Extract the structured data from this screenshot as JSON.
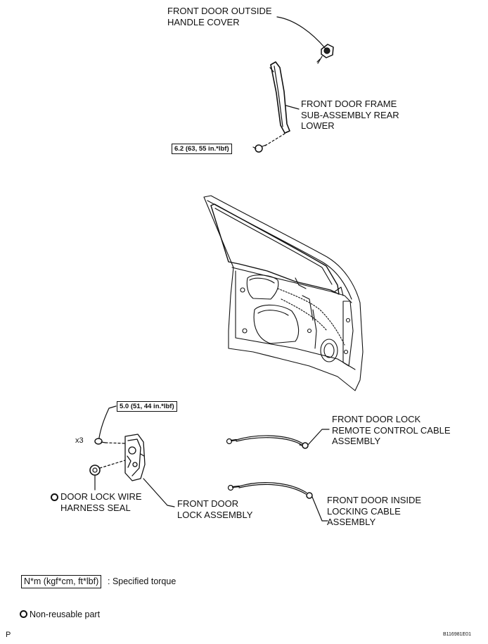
{
  "labels": {
    "outside_handle_cover": "FRONT DOOR OUTSIDE\nHANDLE COVER",
    "frame_rear_lower": "FRONT DOOR FRAME\nSUB-ASSEMBLY REAR\nLOWER",
    "lock_remote_cable": "FRONT DOOR LOCK\nREMOTE CONTROL CABLE\nASSEMBLY",
    "inside_locking_cable": "FRONT DOOR INSIDE\nLOCKING CABLE\nASSEMBLY",
    "door_lock_assembly": "FRONT DOOR\nLOCK ASSEMBLY",
    "wire_harness_seal": "DOOR LOCK WIRE\nHARNESS SEAL"
  },
  "torques": {
    "frame_bolt": "6.2 (63, 55 in.*lbf)",
    "lock_screw": "5.0 (51, 44 in.*lbf)"
  },
  "quantity": "x3",
  "legend": {
    "torque_unit": "N*m (kgf*cm, ft*lbf)",
    "torque_desc": ": Specified torque",
    "non_reusable": "Non-reusable part"
  },
  "footer": {
    "left_mark": "P",
    "figure_id": "B116981E01"
  },
  "icons": {
    "non_reusable_symbol": "filled-ring-icon"
  }
}
